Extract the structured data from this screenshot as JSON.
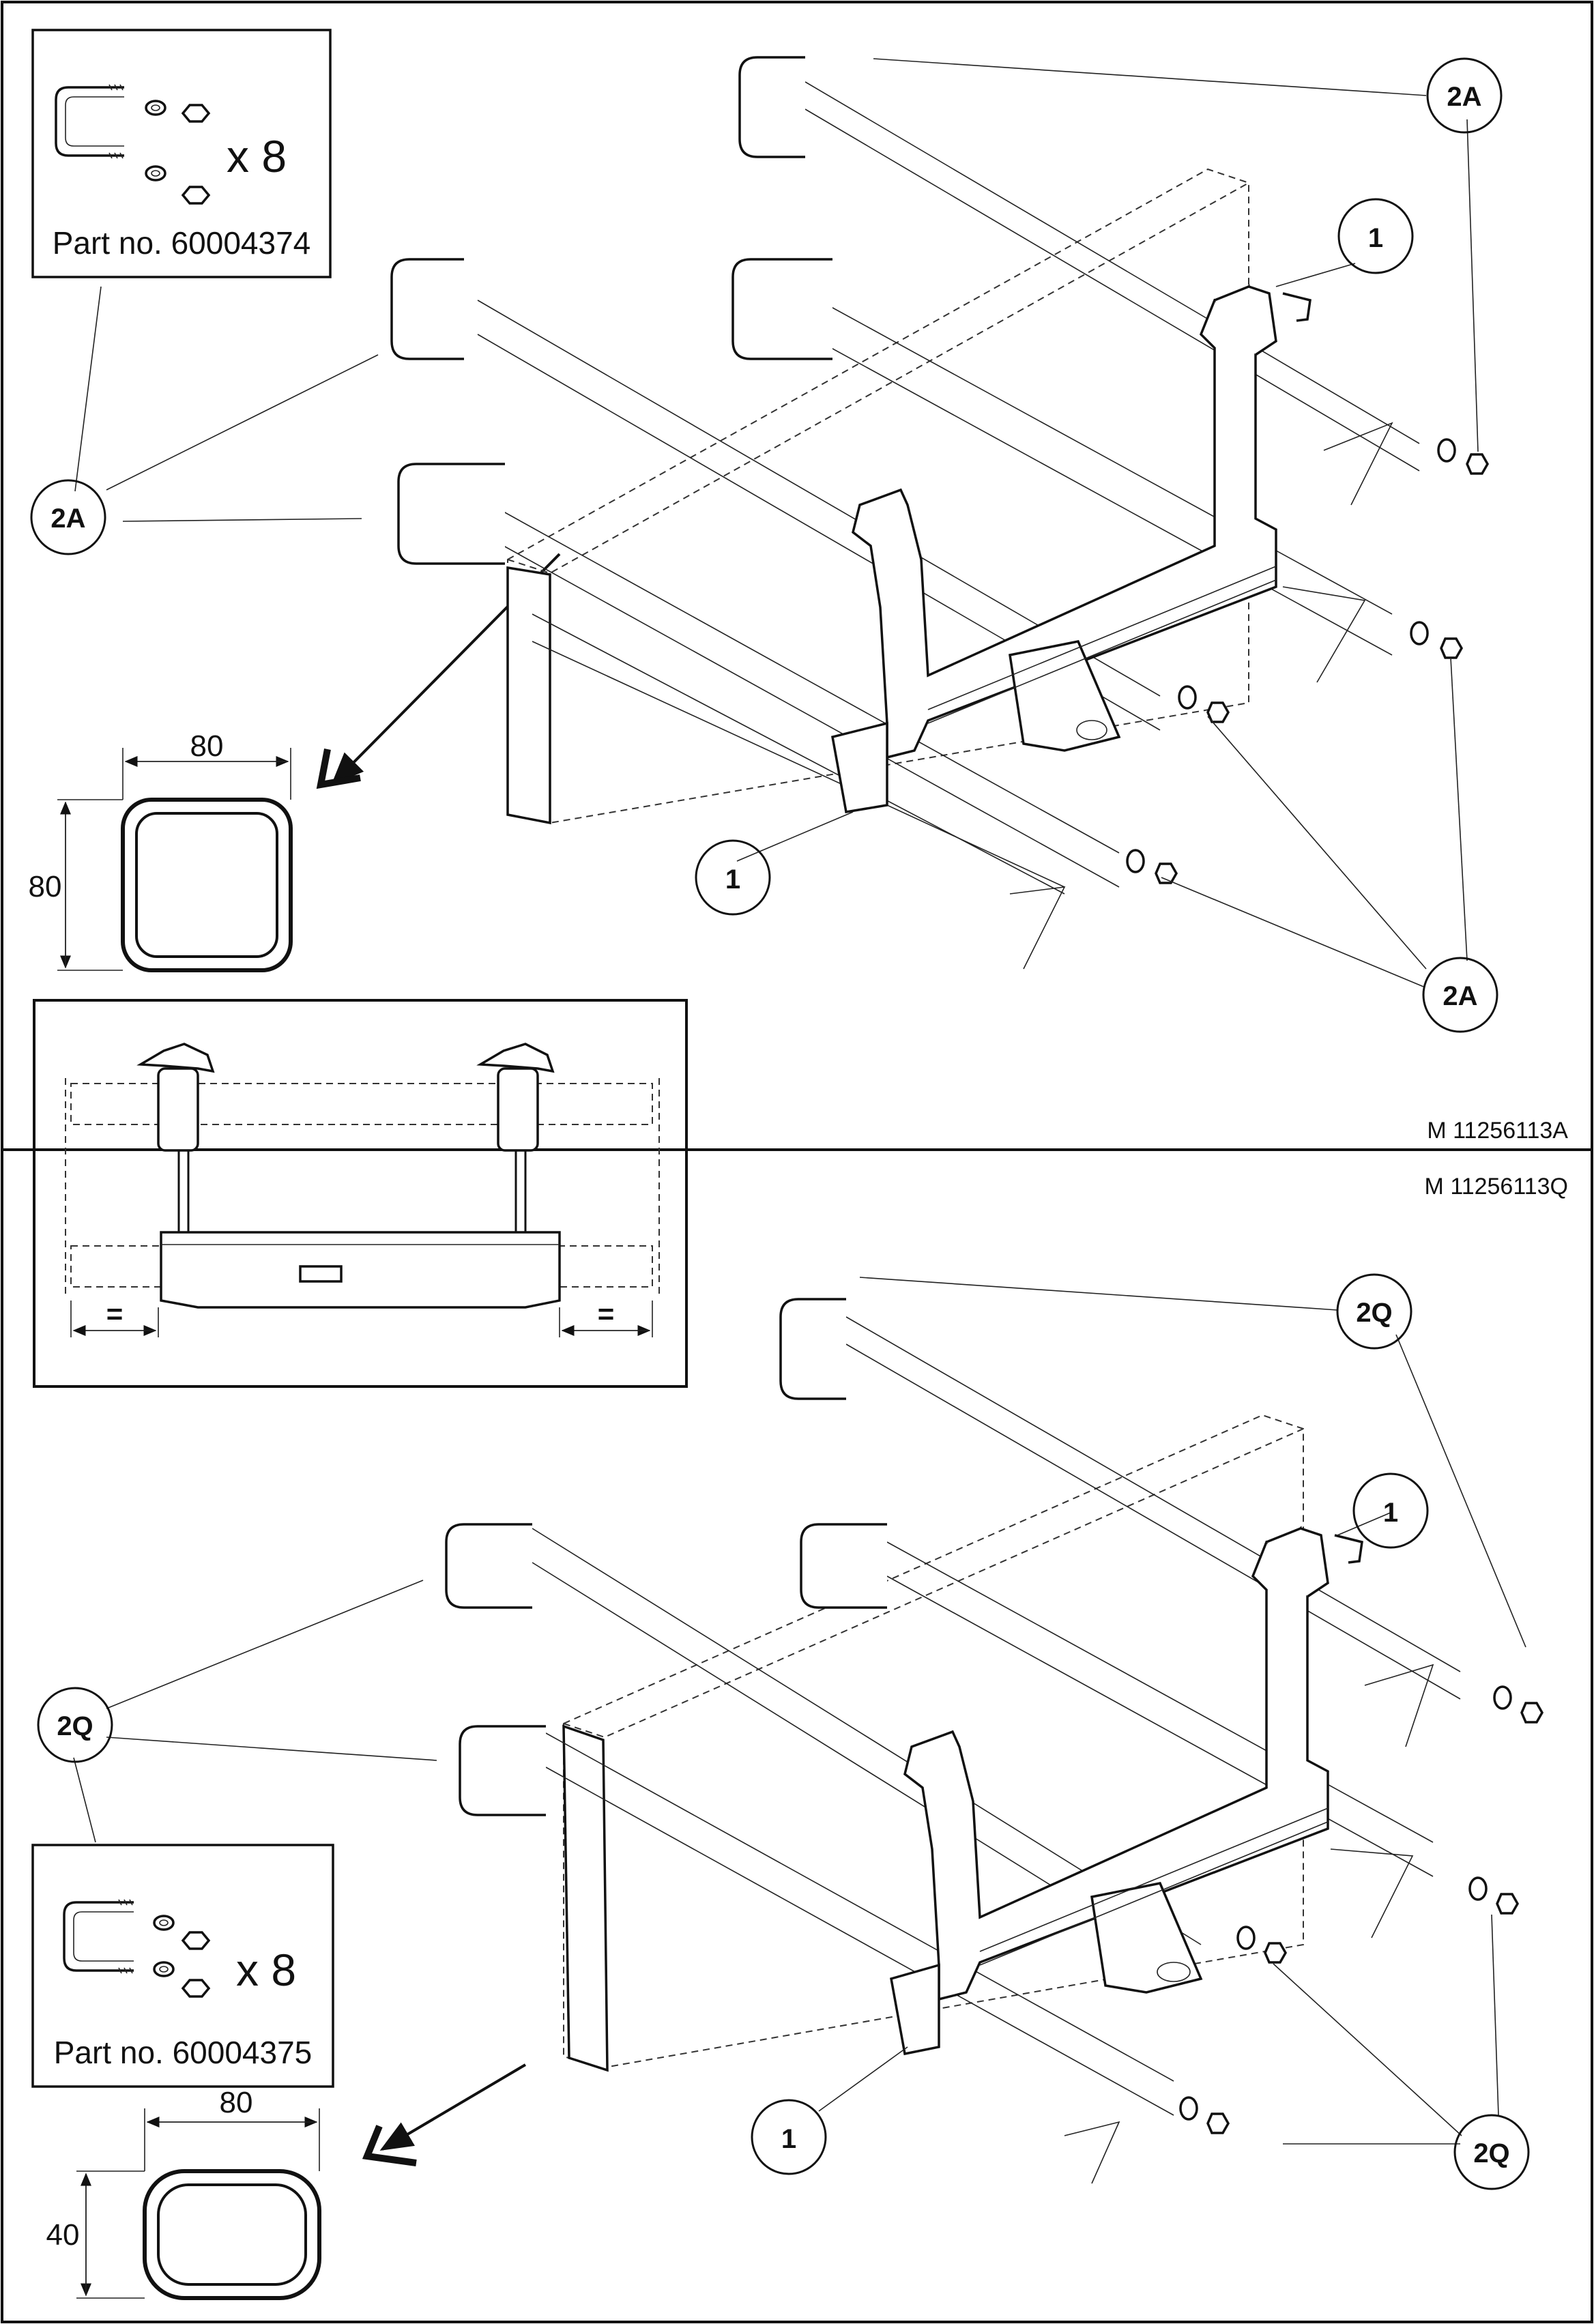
{
  "sheet": {
    "title": ""
  },
  "top_section": {
    "drawing_id": "M 11256113A",
    "kit_box": {
      "quantity": "x 8",
      "part_label": "Part no. 60004374"
    },
    "profile": {
      "width_label": "80",
      "height_label": "80"
    },
    "callouts": {
      "kit": "2A",
      "bracket": "1"
    },
    "detail_view": {
      "spacing_left": "=",
      "spacing_right": "="
    }
  },
  "bottom_section": {
    "drawing_id": "M 11256113Q",
    "kit_box": {
      "quantity": "x 8",
      "part_label": "Part no. 60004375"
    },
    "profile": {
      "width_label": "80",
      "height_label": "40"
    },
    "callouts": {
      "kit": "2Q",
      "bracket": "1"
    }
  },
  "colors": {
    "line": "#111111",
    "background": "#ffffff"
  }
}
